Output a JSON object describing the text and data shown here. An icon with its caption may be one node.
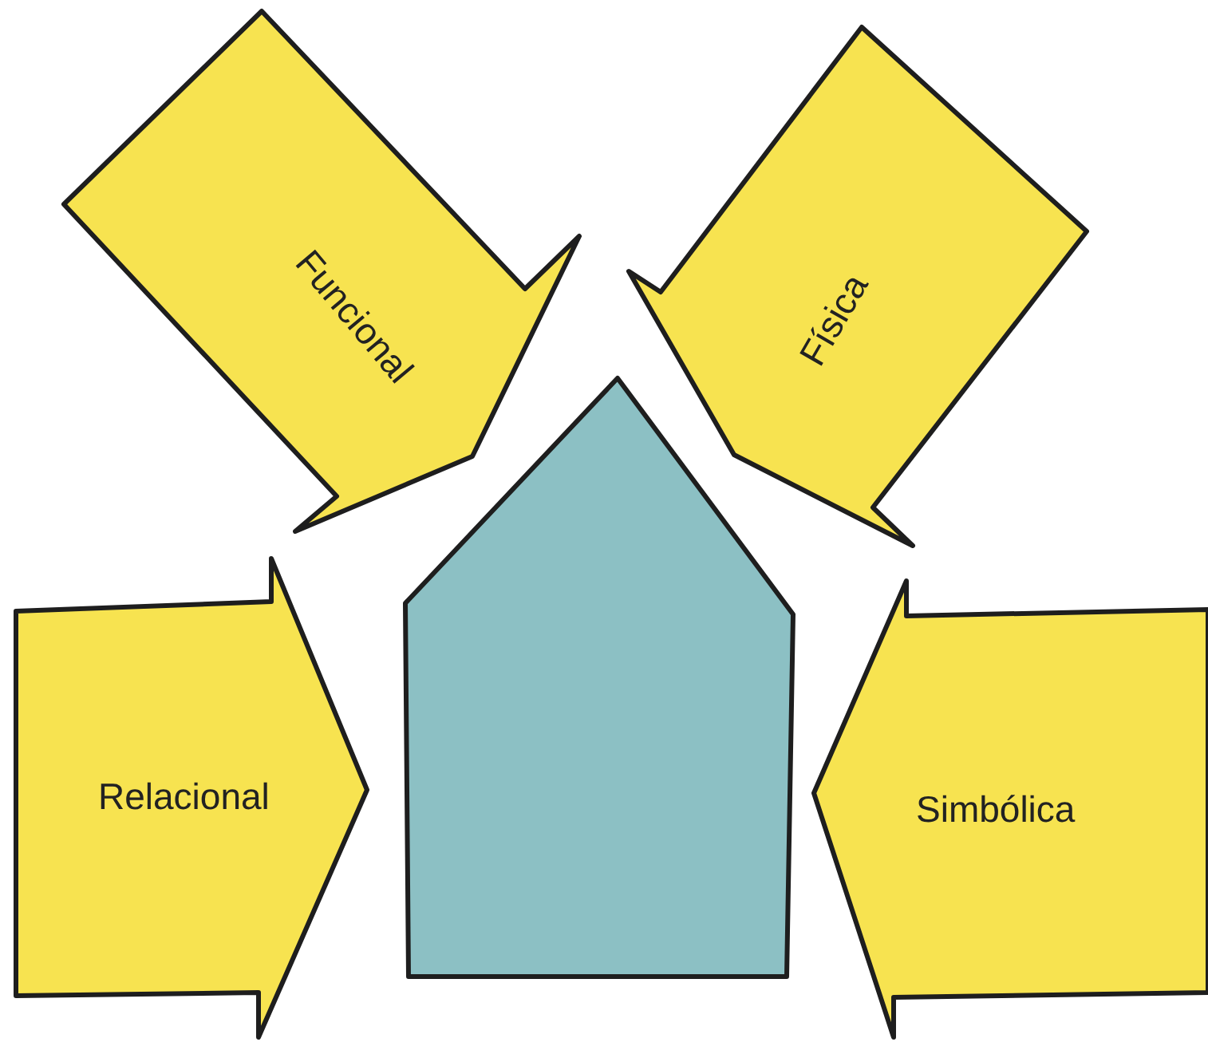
{
  "diagram": {
    "nodes": [
      {
        "text": [
          "Funcional"
        ]
      },
      {
        "text": [
          "Física"
        ]
      },
      {
        "text": [],
        "shape": "pentagon"
      },
      {
        "text": [
          "Relacional"
        ]
      },
      {
        "text": [
          "Simbólica"
        ]
      }
    ]
  }
}
